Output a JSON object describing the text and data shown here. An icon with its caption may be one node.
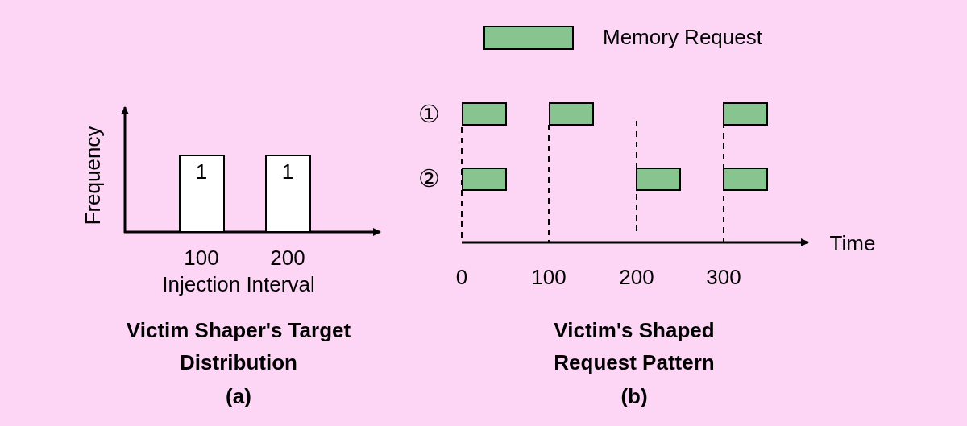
{
  "diagram": {
    "labels": [
      "①",
      "②",
      "0",
      "100",
      "200",
      "300",
      "Time",
      "Victim Shaper's Target Distribution",
      "(a)",
      "Victim's Shaped Request Pattern",
      "(b)"
    ],
    "legend": [
      {
        "text": "Memory Request",
        "color": "#88c48f"
      }
    ],
    "chart_data": {
      "type": "bar",
      "xlabel": "Injection Interval",
      "ylabel": "Frequency",
      "categories": [
        "100",
        "200"
      ],
      "values": [
        1,
        1
      ],
      "data_labels": true
    }
  }
}
